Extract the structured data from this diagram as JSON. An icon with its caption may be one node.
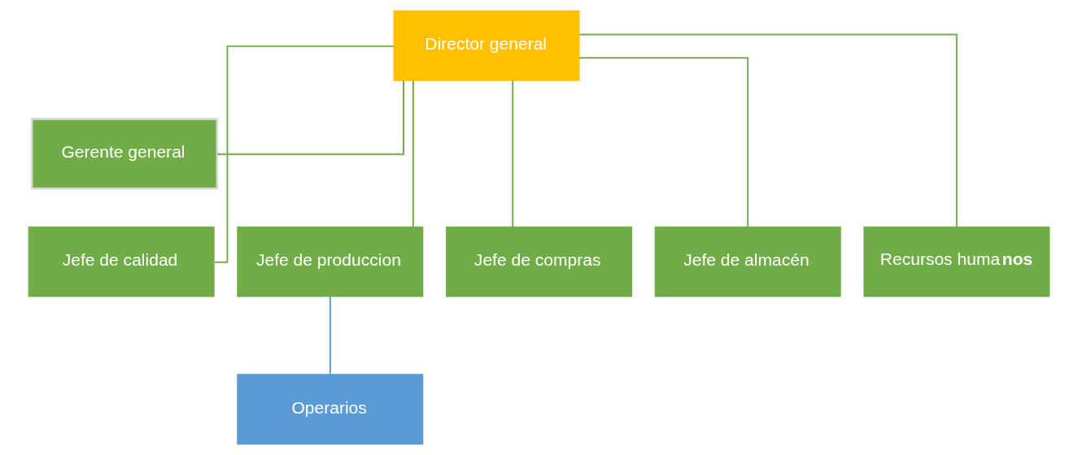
{
  "diagram": {
    "nodes": [
      {
        "text": [
          "Director general"
        ]
      },
      {
        "text": [
          "Gerente general"
        ]
      },
      {
        "text": [
          "Jefe de calidad"
        ]
      },
      {
        "text": [
          "Jefe de produccion"
        ]
      },
      {
        "text": [
          "Jefe de compras"
        ]
      },
      {
        "text": [
          "Jefe de almacén"
        ]
      },
      {
        "text": [
          "Recursos huma**nos**"
        ]
      },
      {
        "text": [
          "Operarios"
        ]
      }
    ],
    "edges": [
      {
        "from": 0,
        "to": 1,
        "arrow": "none"
      },
      {
        "from": 0,
        "to": 2,
        "arrow": "none"
      },
      {
        "from": 0,
        "to": 3,
        "arrow": "none"
      },
      {
        "from": 0,
        "to": 4,
        "arrow": "none"
      },
      {
        "from": 0,
        "to": 5,
        "arrow": "none"
      },
      {
        "from": 0,
        "to": 6,
        "arrow": "none"
      },
      {
        "from": 3,
        "to": 7,
        "arrow": "none",
        "color": "#5b9bd5"
      }
    ]
  }
}
